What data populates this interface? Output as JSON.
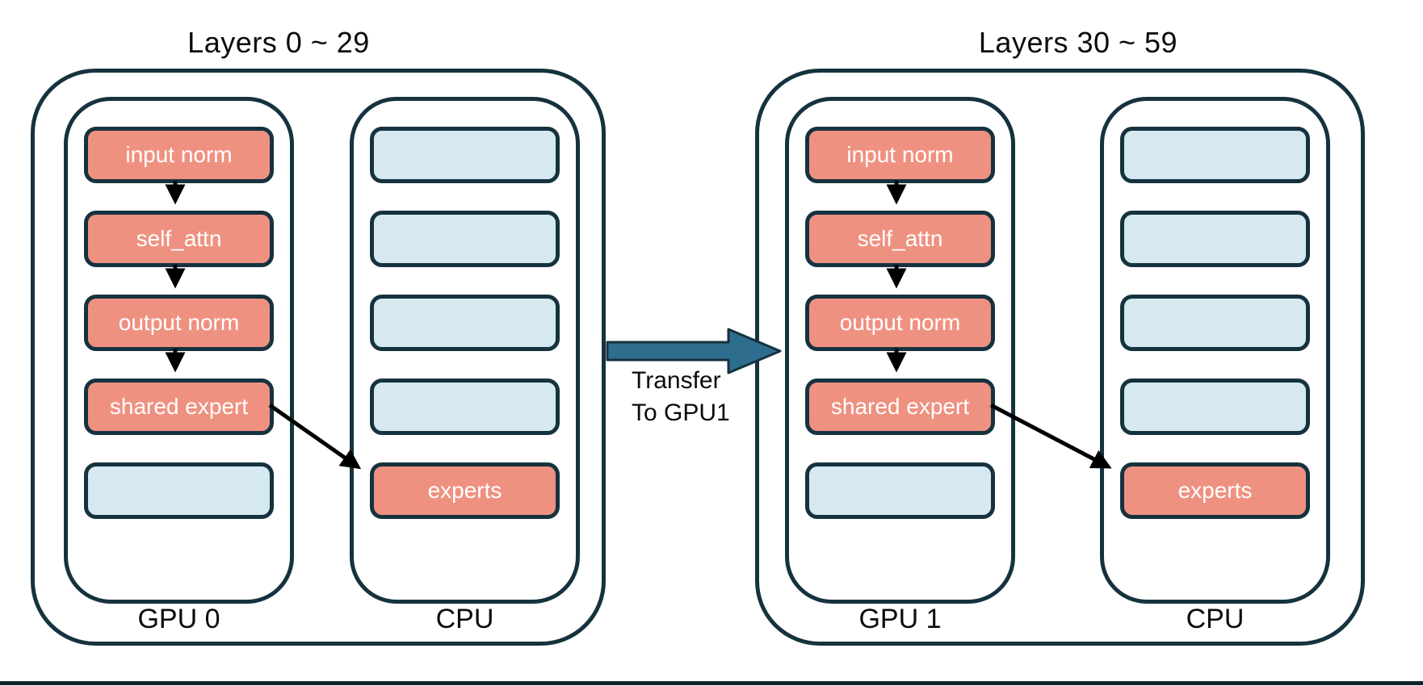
{
  "colors": {
    "bg": "#ffffff",
    "navy": "#16323f",
    "salmon": "#ef9181",
    "blue": "#d6e9f0",
    "teal": "#2e6d8e",
    "arrow": "#000000",
    "ink": "#0b0b0b",
    "boxtext": "#ffffff",
    "bar": "#11232e"
  },
  "groups": [
    {
      "title": "Layers 0 ~ 29",
      "gpu_label": "GPU 0",
      "cpu_label": "CPU",
      "gpu_boxes": [
        {
          "label": "input norm"
        },
        {
          "label": "self_attn"
        },
        {
          "label": "output norm"
        },
        {
          "label": "shared expert"
        },
        {
          "label": ""
        }
      ],
      "cpu_boxes": [
        {
          "label": ""
        },
        {
          "label": ""
        },
        {
          "label": ""
        },
        {
          "label": ""
        },
        {
          "label": "experts"
        }
      ]
    },
    {
      "title": "Layers 30 ~ 59",
      "gpu_label": "GPU 1",
      "cpu_label": "CPU",
      "gpu_boxes": [
        {
          "label": "input norm"
        },
        {
          "label": "self_attn"
        },
        {
          "label": "output norm"
        },
        {
          "label": "shared expert"
        },
        {
          "label": ""
        }
      ],
      "cpu_boxes": [
        {
          "label": ""
        },
        {
          "label": ""
        },
        {
          "label": ""
        },
        {
          "label": ""
        },
        {
          "label": "experts"
        }
      ]
    }
  ],
  "transfer": {
    "line1": "Transfer",
    "line2": "To GPU1"
  }
}
